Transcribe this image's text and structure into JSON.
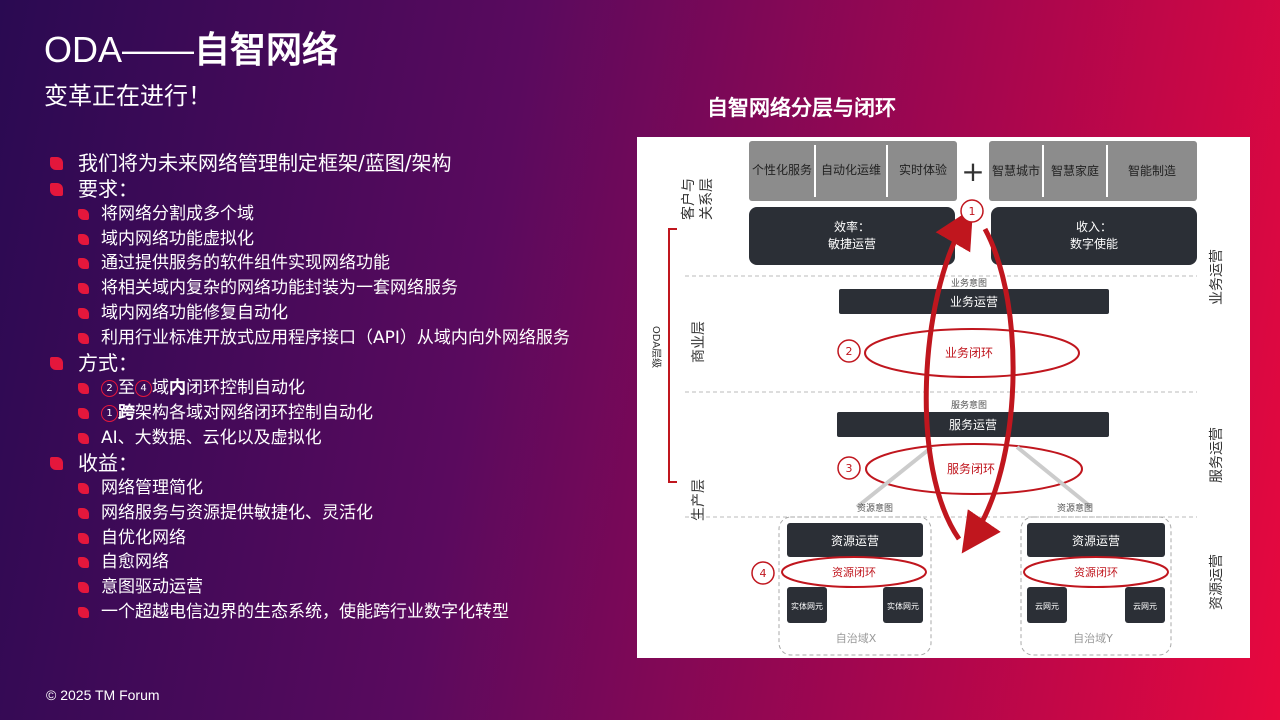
{
  "slide": {
    "title_prefix": "ODA——",
    "title_bold": "自智网络",
    "subtitle": "变革正在进行！",
    "copyright": "© 2025 TM Forum"
  },
  "bullets": {
    "framework": "我们将为未来网络管理制定框架/蓝图/架构",
    "requirements_heading": "要求：",
    "requirements": [
      "将网络分割成多个域",
      "域内网络功能虚拟化",
      "通过提供服务的软件组件实现网络功能",
      "将相关域内复杂的网络功能封装为一套网络服务",
      "域内网络功能修复自动化",
      "利用行业标准开放式应用程序接口（API）从域内向外网络服务"
    ],
    "methods_heading": "方式：",
    "method1": {
      "n1": "2",
      "to": "至",
      "n2": "4",
      "pre": "域",
      "bold": "内",
      "rest": "闭环控制自动化"
    },
    "method2": {
      "n1": "1",
      "bold": "跨",
      "rest": "架构各域对网络闭环控制自动化"
    },
    "method3": "AI、大数据、云化以及虚拟化",
    "benefits_heading": "收益：",
    "benefits": [
      "网络管理简化",
      "网络服务与资源提供敏捷化、灵活化",
      "自优化网络",
      "自愈网络",
      "意图驱动运营",
      "一个超越电信边界的生态系统，使能跨行业数字化转型"
    ]
  },
  "diagram": {
    "title": "自智网络分层与闭环",
    "top_left": [
      "个性化服务",
      "自动化运维",
      "实时体验"
    ],
    "plus": "+",
    "top_right": [
      "智慧城市",
      "智慧家庭",
      "智能制造"
    ],
    "efficiency": [
      "效率：",
      "敏捷运营"
    ],
    "revenue": [
      "收入：",
      "数字使能"
    ],
    "layer_customer": [
      "客户与",
      "关系层"
    ],
    "layer_business": "商业层",
    "layer_production": "生产层",
    "oda_layers": "ODA层级",
    "business_intent": "业务意图",
    "business_ops": "业务运营",
    "business_loop": "业务闭环",
    "service_intent": "服务意图",
    "service_ops": "服务运营",
    "service_loop": "服务闭环",
    "resource_intent": "资源意图",
    "resource_ops": "资源运营",
    "resource_loop": "资源闭环",
    "physical_ne": "实体网元",
    "cloud_ne": "云网元",
    "domain_x": "自治域X",
    "domain_y": "自治域Y",
    "right_business": "业务运营",
    "right_service": "服务运营",
    "right_resource": "资源运营",
    "nums": [
      "1",
      "2",
      "3",
      "4"
    ],
    "colors": {
      "accent": "#c0161e",
      "dark_box": "#2b2f36",
      "gray_box": "#8c8c8c"
    }
  }
}
